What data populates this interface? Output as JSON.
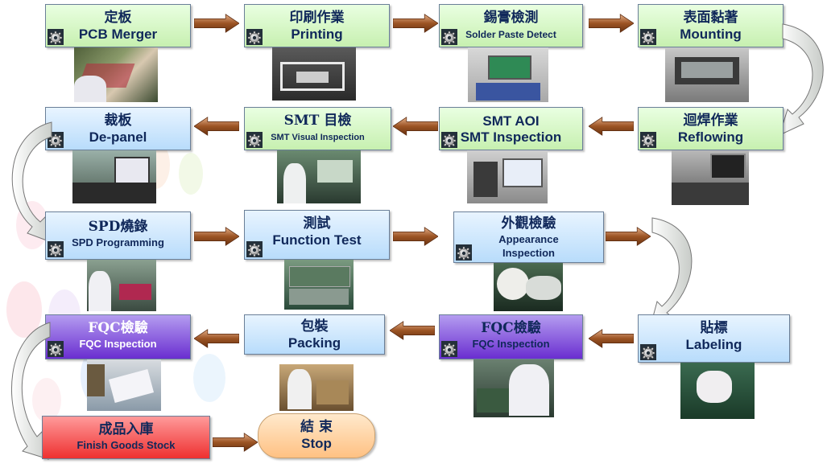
{
  "steps": {
    "pcb_merger": {
      "zh": "定板",
      "en": "PCB Merger"
    },
    "printing": {
      "zh": "印刷作業",
      "en": "Printing"
    },
    "spd": {
      "zh": "錫膏檢測",
      "en": "Solder Paste Detect"
    },
    "mounting": {
      "zh": "表面黏著",
      "en": "Mounting"
    },
    "reflowing": {
      "zh": "迴焊作業",
      "en": "Reflowing"
    },
    "smt_aoi": {
      "zh": "SMT AOI",
      "en": "SMT Inspection"
    },
    "smt_visual": {
      "zh": "SMT 目檢",
      "en": "SMT Visual Inspection"
    },
    "depanel": {
      "zh": "裁板",
      "en": "De-panel"
    },
    "spd_prog": {
      "zh": "SPD燒錄",
      "en": "SPD Programming"
    },
    "function_test": {
      "zh": "測試",
      "en": "Function Test"
    },
    "appearance": {
      "zh": "外觀檢驗",
      "en": "Appearance",
      "en2": "Inspection"
    },
    "labeling": {
      "zh": "貼標",
      "en": "Labeling"
    },
    "fqc1": {
      "zh": "FQC檢驗",
      "en": "FQC Inspection"
    },
    "packing": {
      "zh": "包裝",
      "en": "Packing"
    },
    "fqc2": {
      "zh": "FQC檢驗",
      "en": "FQC Inspection"
    },
    "finish": {
      "zh": "成品入庫",
      "en": "Finish Goods Stock"
    },
    "stop": {
      "zh": "結 束",
      "en": "Stop"
    }
  },
  "colors": {
    "green_box": "#c7f0b0",
    "blue_box": "#b8dcfb",
    "purple_box": "#6a2ed0",
    "red_box": "#ee3030",
    "stop_box": "#ffc183",
    "arrow": "#8b4a22",
    "text": "#10285a"
  },
  "icons": [
    "gear-icon",
    "arrow-right-icon",
    "arrow-left-icon",
    "curved-arrow-down-icon"
  ]
}
